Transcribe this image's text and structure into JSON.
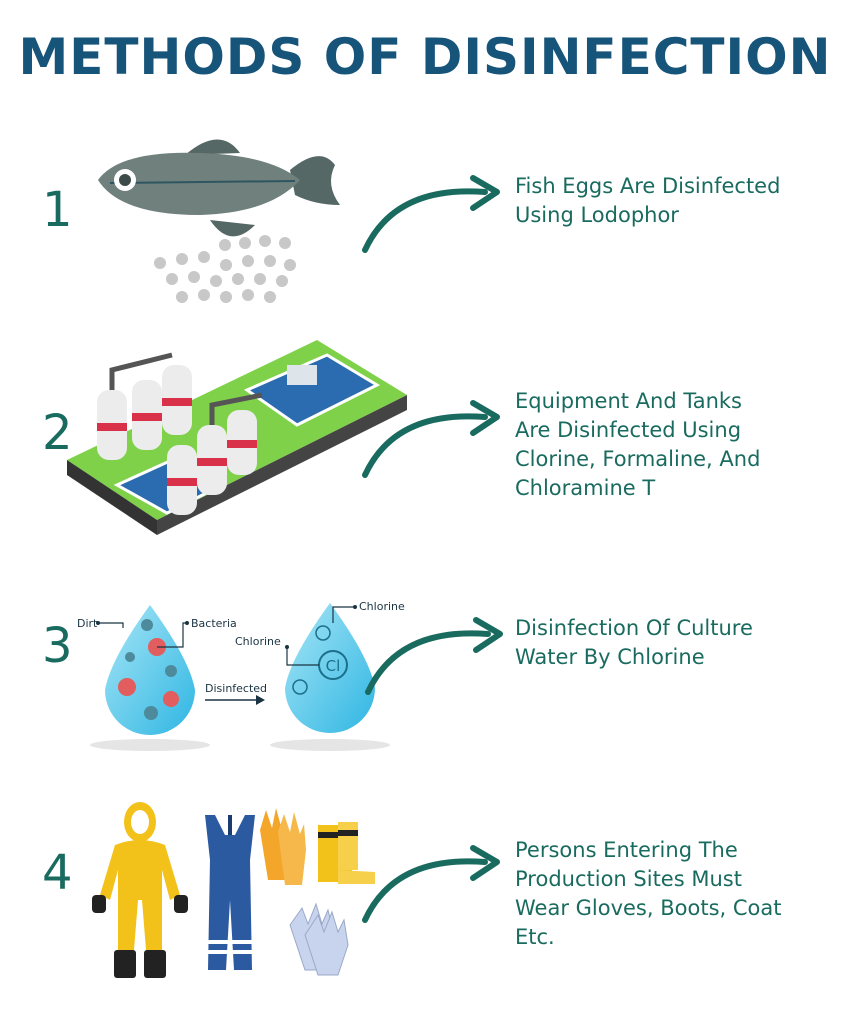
{
  "title": "METHODS OF DISINFECTION",
  "colors": {
    "title": "#17547a",
    "accent": "#1a6b5f"
  },
  "steps": [
    {
      "number": "1",
      "lines": [
        "Fish Eggs Are Disinfected",
        "Using Lodophor"
      ],
      "icon": "fish-with-eggs-icon"
    },
    {
      "number": "2",
      "lines": [
        "Equipment And Tanks",
        "Are Disinfected Using",
        "Clorine, Formaline, And",
        "Chloramine T"
      ],
      "icon": "treatment-plant-icon"
    },
    {
      "number": "3",
      "lines": [
        "Disinfection Of Culture",
        "Water By Chlorine"
      ],
      "icon": "water-drops-icon",
      "labels": {
        "dirt": "Dirt",
        "bacteria": "Bacteria",
        "disinfected": "Disinfected",
        "chlorine_top": "Chlorine",
        "chlorine_left": "Chlorine",
        "cl_symbol": "Cl"
      }
    },
    {
      "number": "4",
      "lines": [
        "Persons Entering The",
        "Production Sites Must",
        "Wear Gloves, Boots, Coat",
        "Etc."
      ],
      "icon": "protective-gear-icon"
    }
  ]
}
